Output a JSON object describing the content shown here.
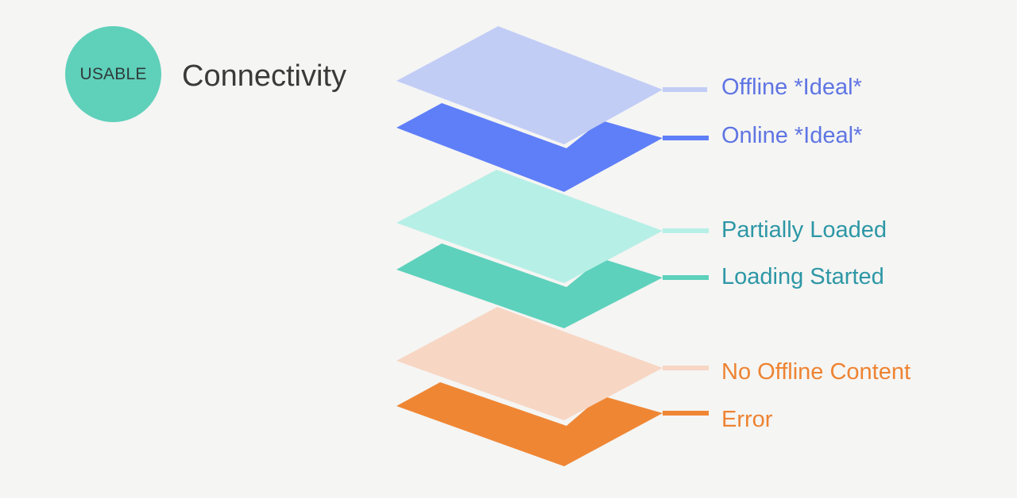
{
  "badge": {
    "label": "USABLE",
    "color": "#5fd0ba"
  },
  "title": "Connectivity",
  "layers": [
    {
      "label": "Offline *Ideal*",
      "fill": "#c2cdf6",
      "text_color": "#5f75e3"
    },
    {
      "label": "Online *Ideal*",
      "fill": "#5f7ff8",
      "text_color": "#5f75e3"
    },
    {
      "label": "Partially Loaded",
      "fill": "#b6efe6",
      "text_color": "#2d97a6"
    },
    {
      "label": "Loading Started",
      "fill": "#5dd1bc",
      "text_color": "#2d97a6"
    },
    {
      "label": "No Offline Content",
      "fill": "#f7d6c4",
      "text_color": "#ee8332"
    },
    {
      "label": "Error",
      "fill": "#ef8634",
      "text_color": "#ee8332"
    }
  ]
}
